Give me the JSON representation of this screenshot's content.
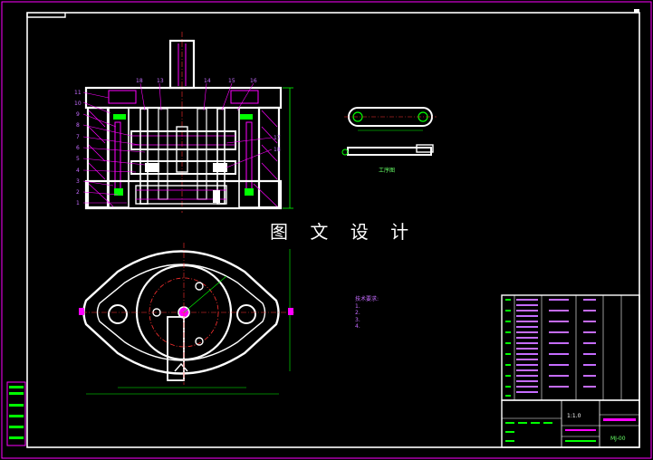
{
  "watermark": "图 文 设 计",
  "views": {
    "workpiece_caption": "工序图"
  },
  "technical_requirements": {
    "title": "技术要求:",
    "items": [
      "1.",
      "2.",
      "3.",
      "4."
    ]
  },
  "title_block": {
    "scale": "1:1.0",
    "drawing_no": "MJ-00"
  },
  "part_numbers_left": [
    "11",
    "10",
    "9",
    "8",
    "7",
    "6",
    "5",
    "4",
    "3",
    "2",
    "1"
  ],
  "part_numbers_top": [
    "18",
    "13",
    "14",
    "15",
    "16"
  ],
  "part_numbers_right": [
    "17",
    "18"
  ],
  "colors": {
    "frame": "#ff00ff",
    "outline": "#ffffff",
    "dimension": "#00ff00",
    "center": "#ff3030",
    "annotation": "#c56cff",
    "hatch": "#ff00ff"
  }
}
